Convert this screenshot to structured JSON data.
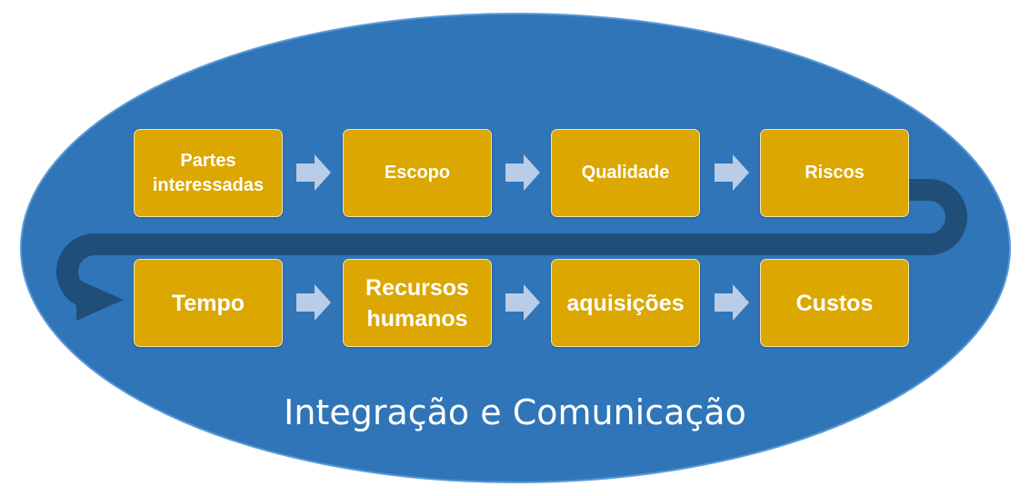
{
  "diagram": {
    "row1": [
      {
        "label": "Partes interessadas",
        "line1": "Partes",
        "line2": "interessadas"
      },
      {
        "label": "Escopo"
      },
      {
        "label": "Qualidade"
      },
      {
        "label": "Riscos"
      }
    ],
    "row2": [
      {
        "label": "Tempo"
      },
      {
        "label": "Recursos humanos",
        "line1": "Recursos",
        "line2": "humanos"
      },
      {
        "label": "aquisições"
      },
      {
        "label": "Custos"
      }
    ],
    "footer": "Integração e Comunicação"
  },
  "colors": {
    "ellipse": "#2f75b8",
    "box": "#dba700",
    "box_border": "#f3e3b0",
    "arrow": "#b9cde8",
    "path": "#1f4e79",
    "text": "#ffffff"
  }
}
